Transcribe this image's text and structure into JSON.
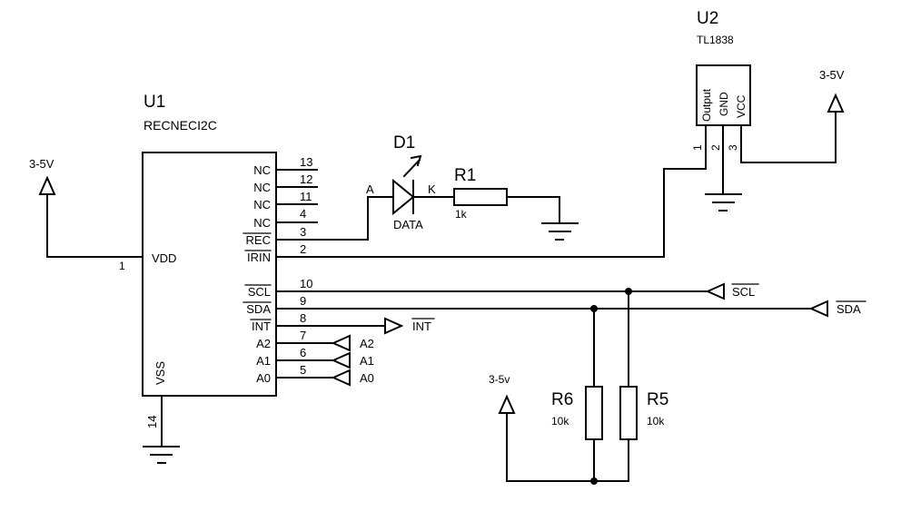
{
  "u1": {
    "ref": "U1",
    "part": "RECNECI2C",
    "vdd_label": "VDD",
    "vss_label": "VSS",
    "vdd_pin": "1",
    "vss_pin": "14",
    "pins": [
      {
        "label": "NC",
        "num": "13"
      },
      {
        "label": "NC",
        "num": "12"
      },
      {
        "label": "NC",
        "num": "11"
      },
      {
        "label": "NC",
        "num": "4"
      },
      {
        "label": "REC",
        "num": "3"
      },
      {
        "label": "IRIN",
        "num": "2"
      },
      {
        "label": "SCL",
        "num": "10"
      },
      {
        "label": "SDA",
        "num": "9"
      },
      {
        "label": "INT",
        "num": "8"
      },
      {
        "label": "A2",
        "num": "7"
      },
      {
        "label": "A1",
        "num": "6"
      },
      {
        "label": "A0",
        "num": "5"
      }
    ]
  },
  "u2": {
    "ref": "U2",
    "part": "TL1838",
    "pins": [
      {
        "label": "Output",
        "num": "1"
      },
      {
        "label": "GND",
        "num": "2"
      },
      {
        "label": "VCC",
        "num": "3"
      }
    ]
  },
  "d1": {
    "ref": "D1",
    "value": "DATA",
    "anode": "A",
    "cathode": "K"
  },
  "r1": {
    "ref": "R1",
    "value": "1k"
  },
  "r5": {
    "ref": "R5",
    "value": "10k"
  },
  "r6": {
    "ref": "R6",
    "value": "10k"
  },
  "power": {
    "u1": "3-5V",
    "u2": "3-5V",
    "pullup": "3-5v"
  },
  "ports": {
    "scl": "SCL",
    "sda": "SDA",
    "int": "INT",
    "a2": "A2",
    "a1": "A1",
    "a0": "A0"
  }
}
